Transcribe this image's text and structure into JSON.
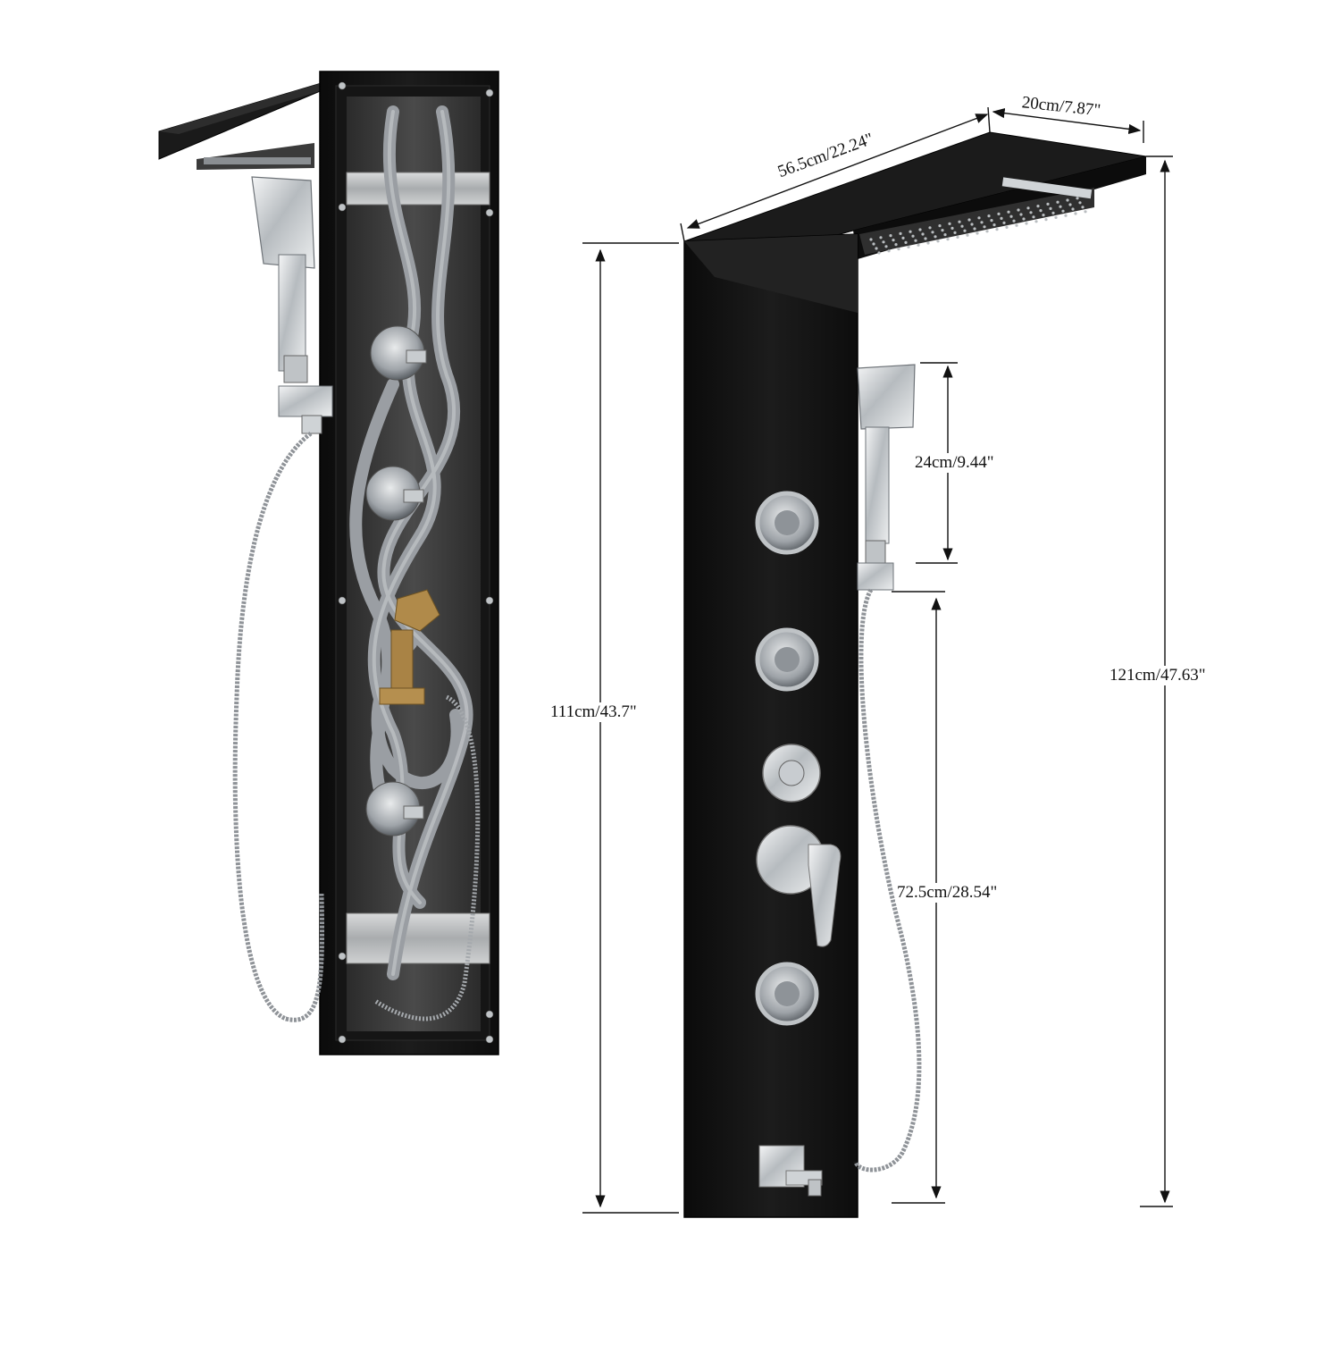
{
  "dimensions": {
    "panel_length": "56.5cm/22.24\"",
    "panel_depth": "20cm/7.87\"",
    "hand_shower_length": "24cm/9.44\"",
    "panel_height_body": "111cm/43.7\"",
    "hose_height": "72.5cm/28.54\"",
    "total_height": "121cm/47.63\""
  },
  "colors": {
    "panel": "#141414",
    "panel_edge": "#2a2a2a",
    "chrome": "#cfd3d6",
    "chrome_dark": "#7d8287",
    "hose_gray": "#9a9ea3",
    "brass": "#b08a4a",
    "dimension_line": "#111111"
  },
  "icons": [
    "rain-shower-head-icon",
    "hand-shower-icon",
    "body-jet-icon",
    "diverter-knob-icon",
    "mixer-lever-icon",
    "tub-spout-icon"
  ]
}
